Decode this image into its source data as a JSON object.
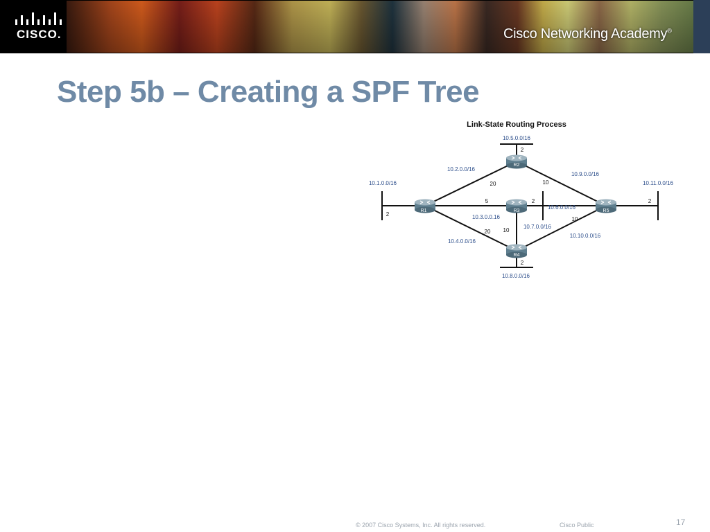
{
  "header": {
    "brand": "CISCO.",
    "academy": "Cisco Networking Academy",
    "academy_mark": "®",
    "logo_icon": "cisco-bridge-icon"
  },
  "slide": {
    "title": "Step 5b – Creating a SPF Tree"
  },
  "diagram": {
    "title": "Link-State Routing Process",
    "routers": [
      "R1",
      "R2",
      "R3",
      "R4",
      "R5"
    ],
    "networks": {
      "n1": "10.1.0.0/16",
      "n2": "10.2.0.0/16",
      "n3": "10.3.0.0.16",
      "n4": "10.4.0.0/16",
      "n5": "10.5.0.0/16",
      "n6": "10.6.0.0/16",
      "n7": "10.7.0.0/16",
      "n8": "10.8.0.0/16",
      "n9": "10.9.0.0/16",
      "n10": "10.10.0.0/16",
      "n11": "10.11.0.0/16"
    },
    "costs": {
      "r1_r2": "20",
      "r1_r3": "5",
      "r1_r4": "20",
      "r2_r5": "10",
      "r3_r4": "10",
      "r3_r5": "2",
      "r4_r5": "10",
      "r1_lan": "2",
      "r2_lan": "2",
      "r4_lan": "2",
      "r5_lan": "2"
    },
    "colors": {
      "router_body": "#5f7f8f",
      "router_top": "#9fb4bf",
      "network_label": "#2b4d8a",
      "title_color": "#6f8aa6"
    }
  },
  "footer": {
    "copyright": "© 2007 Cisco Systems, Inc. All rights reserved.",
    "classification": "Cisco Public",
    "page_number": "17"
  }
}
